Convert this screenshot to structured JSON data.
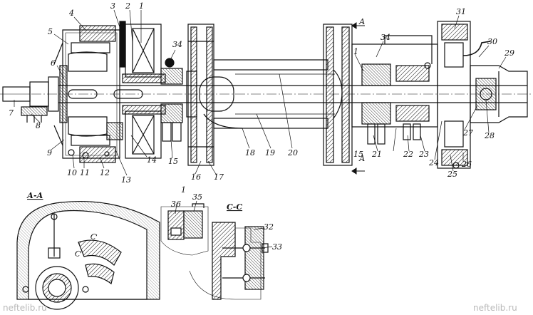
{
  "callouts": [
    "1",
    "2",
    "3",
    "4",
    "5",
    "6",
    "7",
    "8",
    "9",
    "10",
    "11",
    "12",
    "13",
    "14",
    "15",
    "16",
    "17",
    "18",
    "19",
    "20",
    "21",
    "22",
    "23",
    "24",
    "25",
    "26",
    "27",
    "28",
    "29",
    "30",
    "31",
    "32",
    "33",
    "34",
    "35",
    "36",
    "1",
    "34",
    "15",
    "1"
  ],
  "sections": {
    "aa": "А-А",
    "detail": "I",
    "cc": "С-С",
    "arrow_top": "А",
    "arrow_bottom": "А",
    "c_top": "С",
    "c_bottom": "С"
  },
  "watermarks": {
    "left": "neftelib.ru",
    "right": "neftelib.ru"
  }
}
